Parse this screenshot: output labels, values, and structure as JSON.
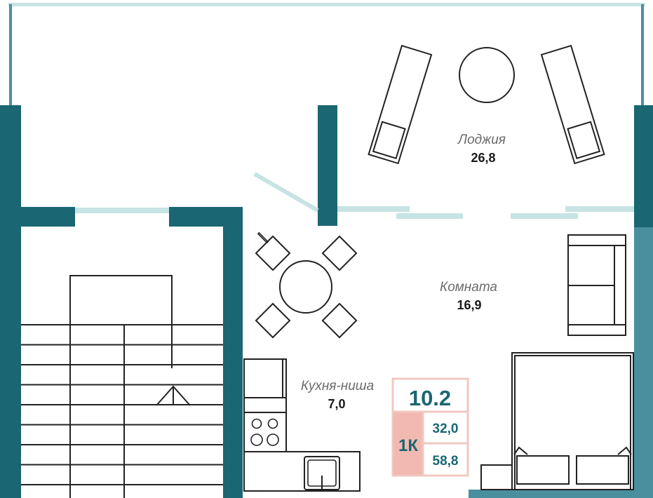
{
  "rooms": {
    "loggia": {
      "name": "Лоджия",
      "area": "26,8"
    },
    "room": {
      "name": "Комната",
      "area": "16,9"
    },
    "kitchen": {
      "name": "Кухня-ниша",
      "area": "7,0"
    }
  },
  "badge": {
    "number": "10.2",
    "type": "1К",
    "living_area": "32,0",
    "total_area": "58,8"
  },
  "colors": {
    "wall": "#1a6672",
    "wall_light": "#4a8f9e",
    "glass": "#c7e3e4",
    "badge_border": "#f0c8c0",
    "badge_fill": "#f2b9b1",
    "accent_text": "#1a6672"
  }
}
